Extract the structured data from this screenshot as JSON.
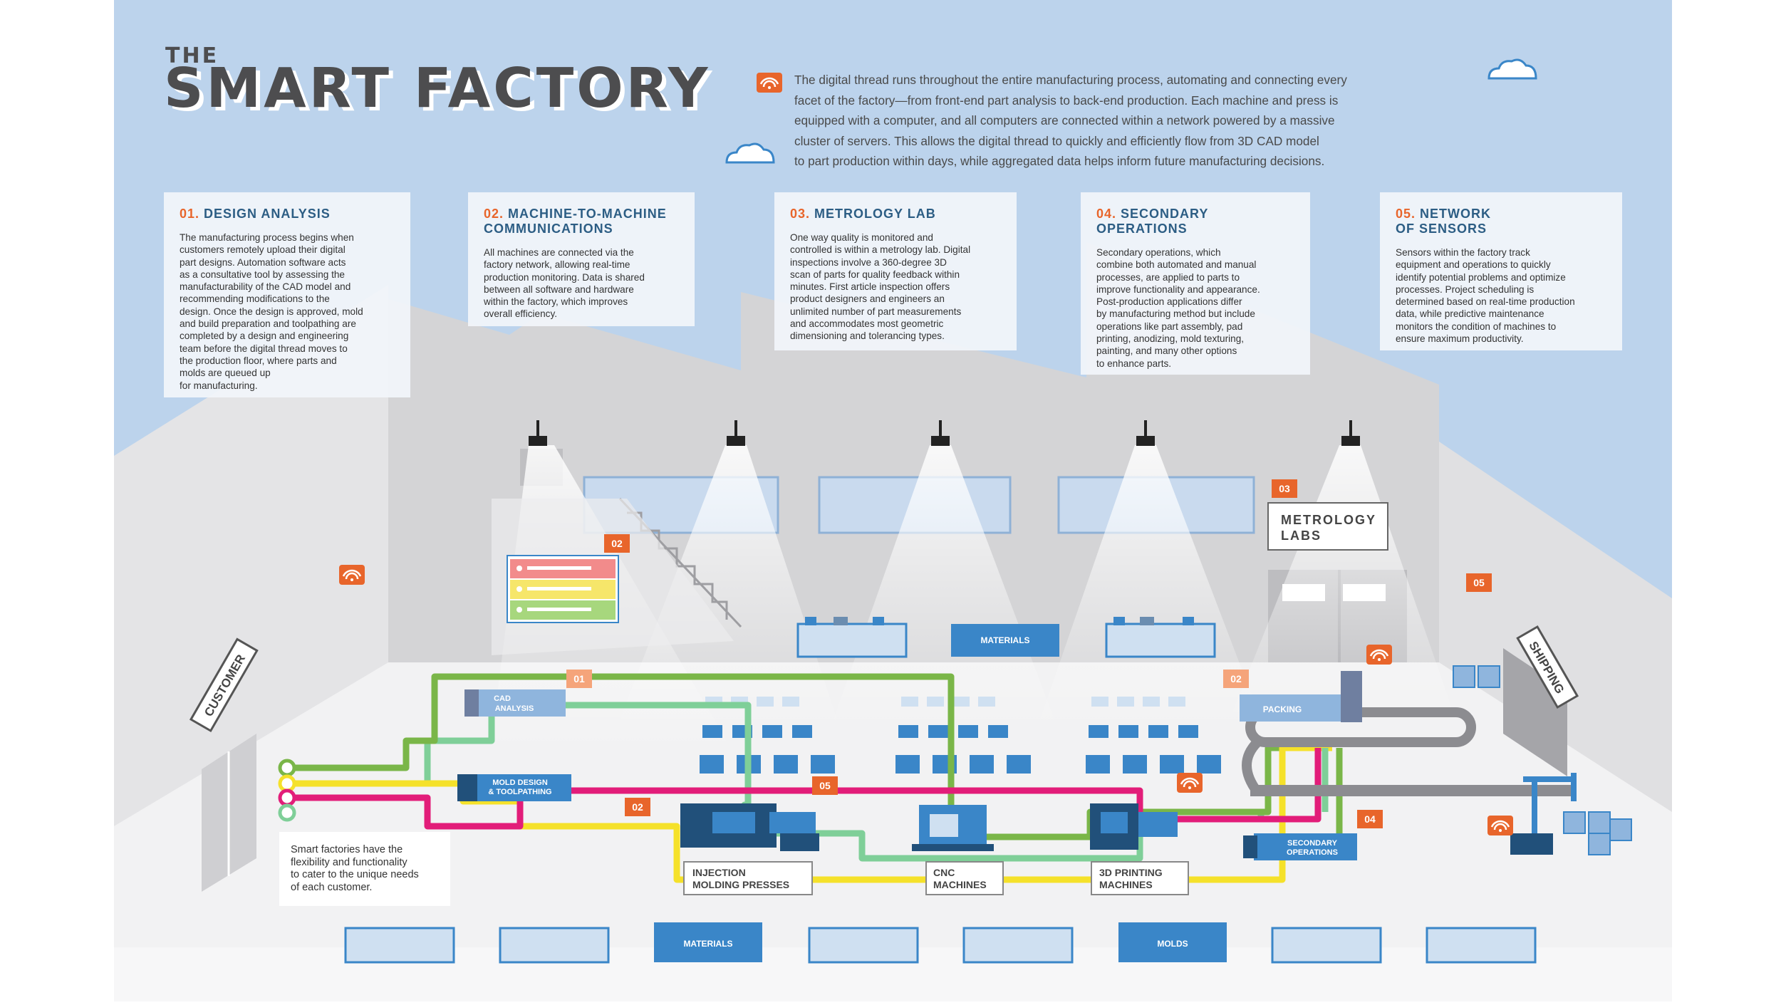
{
  "header": {
    "title_small": "THE",
    "title_large": "SMART FACTORY",
    "intro": "The digital thread runs throughout the entire manufacturing process, automating and connecting every\nfacet of the factory—from front-end part analysis to back-end production. Each machine and press is\nequipped with a computer, and all computers are connected within a network powered by a massive\ncluster of servers. This allows the digital thread to quickly and efficiently flow from 3D CAD model\nto part production within days, while aggregated data helps inform future manufacturing decisions."
  },
  "cards": [
    {
      "number": "01.",
      "title": "DESIGN ANALYSIS",
      "body": "The manufacturing process begins when\ncustomers remotely upload their digital\npart designs. Automation software acts\nas a consultative tool by assessing the\nmanufacturability of the CAD model and\nrecommending modifications to the\ndesign. Once the design is approved, mold\nand build preparation and toolpathing are\ncompleted by a design and engineering\nteam before the digital thread moves to\nthe production floor, where parts and\nmolds are queued up\nfor manufacturing."
    },
    {
      "number": "02.",
      "title": "MACHINE-TO-MACHINE\nCOMMUNICATIONS",
      "body": "All machines are connected via the\nfactory network, allowing real-time\nproduction monitoring. Data is shared\nbetween all software and hardware\nwithin the factory, which improves\noverall efficiency."
    },
    {
      "number": "03.",
      "title": "METROLOGY LAB",
      "body": "One way quality is monitored and\ncontrolled is within a metrology lab. Digital\ninspections involve a 360-degree 3D\nscan of parts for quality feedback within\nminutes. First article inspection offers\nproduct designers and engineers an\nunlimited number of part measurements\nand accommodates most geometric\ndimensioning and tolerancing types."
    },
    {
      "number": "04.",
      "title": "SECONDARY\nOPERATIONS",
      "body": "Secondary operations, which\ncombine both automated and manual\nprocesses, are applied to parts to\nimprove functionality and appearance.\nPost-production applications differ\nby manufacturing method but include\noperations like part assembly, pad\nprinting, anodizing, mold texturing,\npainting, and many other options\nto enhance parts."
    },
    {
      "number": "05.",
      "title": "NETWORK\nOF SENSORS",
      "body": "Sensors within the factory track\nequipment and operations to quickly\nidentify potential problems and optimize\nprocesses. Project scheduling is\ndetermined based on real-time production\ndata, while predictive maintenance\nmonitors the condition of machines to\nensure maximum productivity."
    }
  ],
  "signs": {
    "customer": "CUSTOMER",
    "shipping": "SHIPPING",
    "metrology_line1": "METROLOGY",
    "metrology_line2": "LABS"
  },
  "stations": {
    "cad_line1": "CAD",
    "cad_line2": "ANALYSIS",
    "mold_line1": "MOLD DESIGN",
    "mold_line2": "& TOOLPATHING",
    "materials_back": "MATERIALS",
    "packing": "PACKING",
    "secondary_line1": "SECONDARY",
    "secondary_line2": "OPERATIONS",
    "injection_line1": "INJECTION",
    "injection_line2": "MOLDING PRESSES",
    "cnc_line1": "CNC",
    "cnc_line2": "MACHINES",
    "print_line1": "3D PRINTING",
    "print_line2": "MACHINES",
    "materials_front": "MATERIALS",
    "molds_front": "MOLDS"
  },
  "badges": {
    "b01": "01",
    "b02a": "02",
    "b02b": "02",
    "b02c": "02",
    "b03": "03",
    "b04": "04",
    "b05a": "05",
    "b05b": "05"
  },
  "note": "Smart factories have the\nflexibility and functionality\nto cater to the unique needs\nof each customer.",
  "colors": {
    "sky": "#bcd3ec",
    "wall": "#d3d3d5",
    "floor": "#f1f1f2",
    "machine_blue": "#3a86c8",
    "dark_blue": "#21507a",
    "accent_orange": "#e8652b",
    "thread_green": "#7ab648",
    "thread_yellow": "#f5e12a",
    "thread_magenta": "#e21d79",
    "thread_mint": "#7fcf98",
    "title_text": "#2c5d84"
  }
}
